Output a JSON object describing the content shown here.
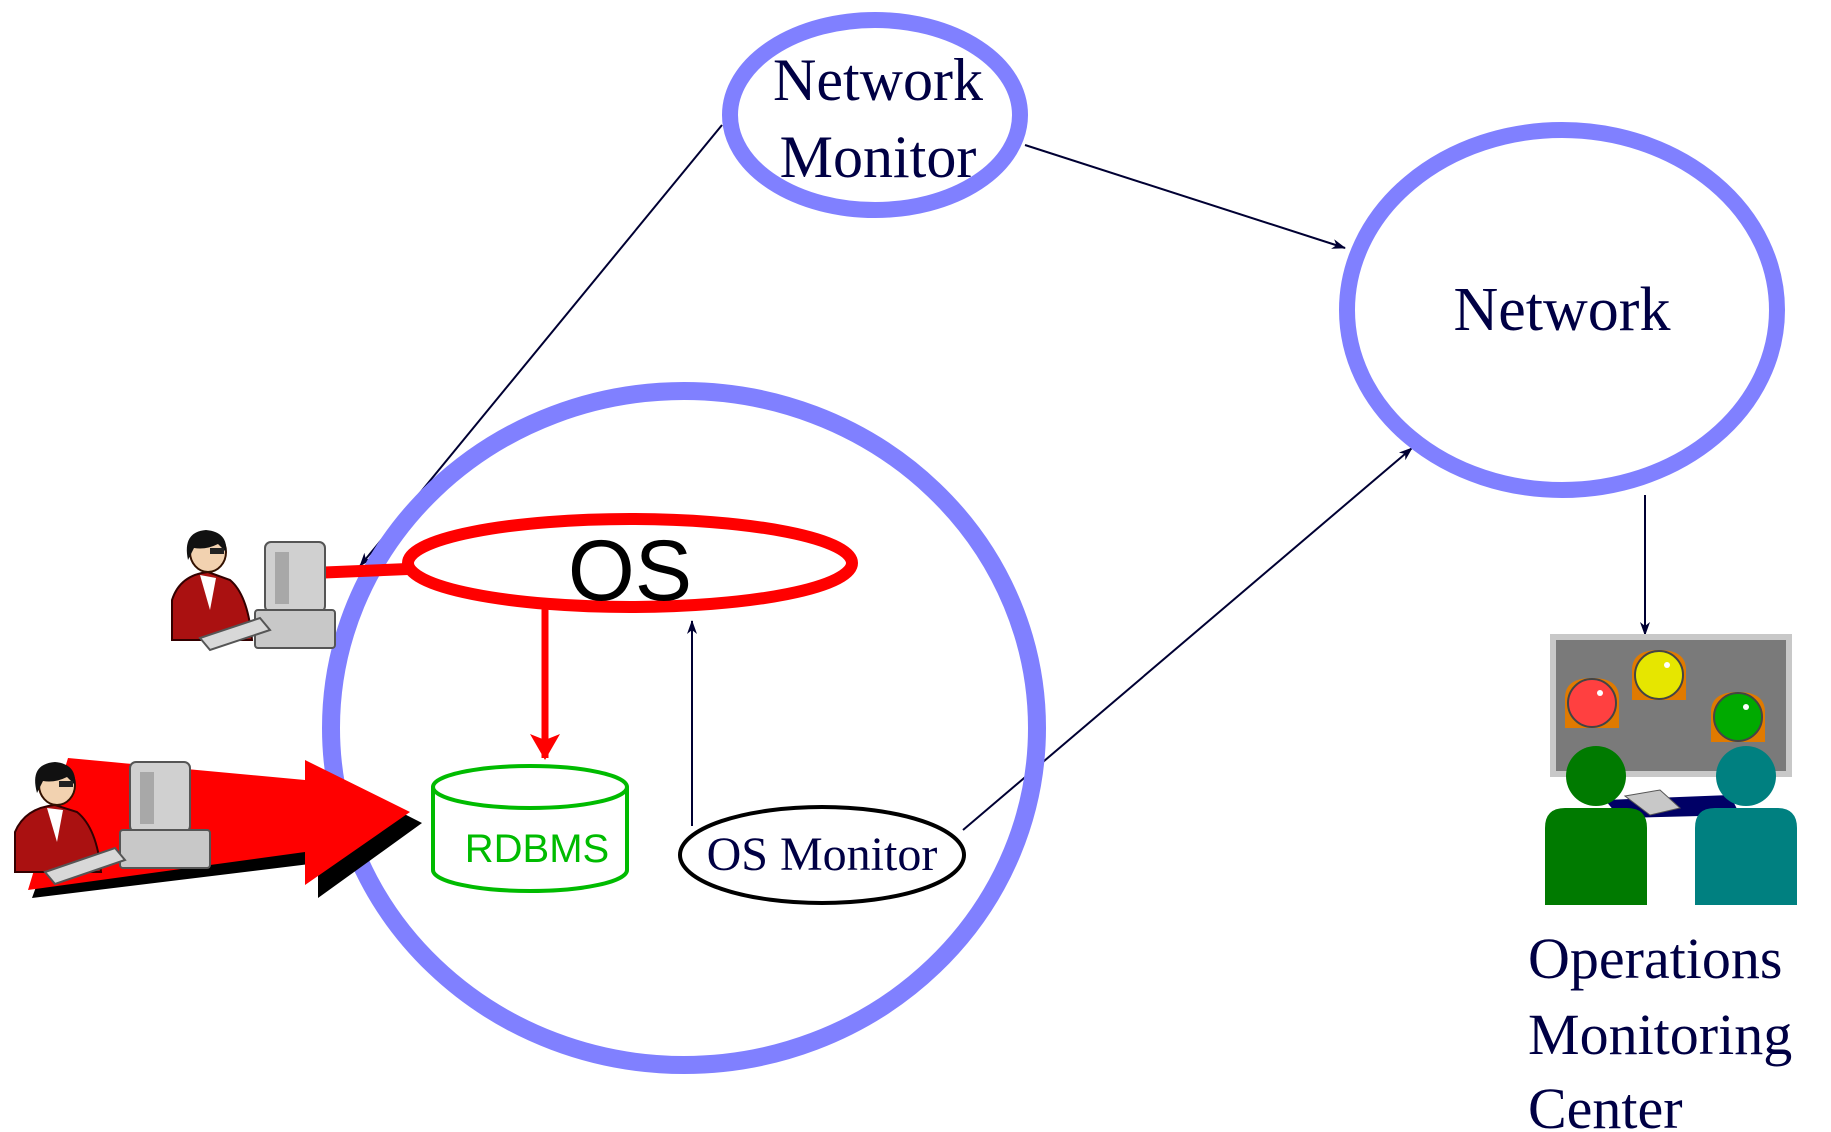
{
  "labels": {
    "network_monitor_line1": "Network",
    "network_monitor_line2": "Monitor",
    "network": "Network",
    "os": "OS",
    "rdbms": "RDBMS",
    "os_monitor": "OS Monitor",
    "omc_line1": "Operations",
    "omc_line2": "Monitoring",
    "omc_line3": "Center"
  },
  "colors": {
    "ring": "#8080ff",
    "text": "#000044",
    "os_ring": "#ff0000",
    "rdbms": "#00bb00",
    "arrow_dark": "#000033",
    "lamp_red": "#ff4040",
    "lamp_yellow": "#e6e600",
    "lamp_green": "#00aa00",
    "person_green": "#007a00",
    "person_teal": "#008080",
    "panel": "#7a7a7a"
  },
  "icons": {
    "user_top": "user-at-terminal-icon",
    "user_bottom": "user-at-terminal-icon",
    "operations_center": "operations-center-icon"
  }
}
